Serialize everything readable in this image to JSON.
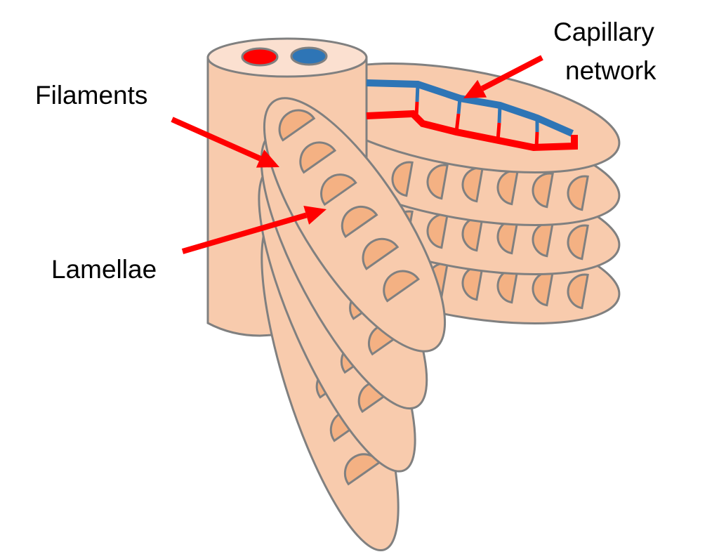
{
  "title": "Gill structure",
  "labels": {
    "filaments": "Filaments",
    "lamellae": "Lamellae",
    "capillary_line1": "Capillary",
    "capillary_line2": "network"
  },
  "colors": {
    "tissue": "#F8CBAD",
    "tissue_top": "#FBE0D0",
    "lamella": "#F4B183",
    "outline": "#808080",
    "oxygenated": "#FF0000",
    "deoxygenated": "#2E75B6",
    "arrow": "#FF0000"
  }
}
